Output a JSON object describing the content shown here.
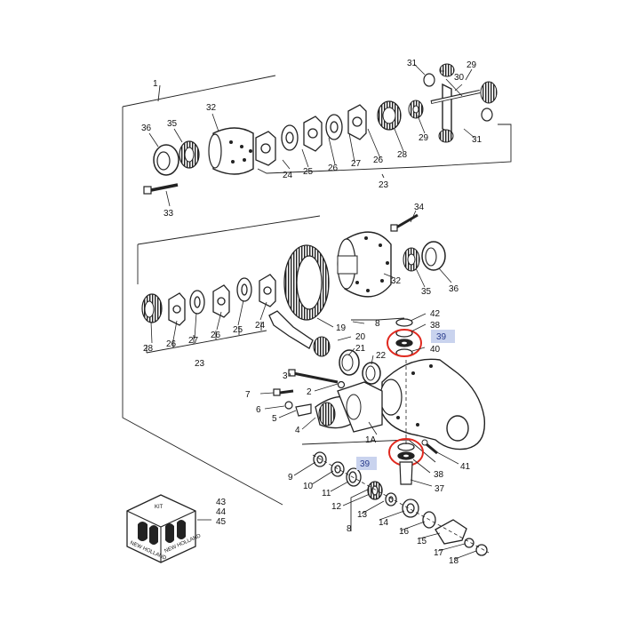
{
  "diagram": {
    "assembly_label": "1",
    "kit_label": "KIT",
    "kit_brand": "NEW HOLLAND",
    "kit_numbers": [
      "43",
      "44",
      "45"
    ],
    "highlight_color": "#c9d3ee",
    "circle_color": "#e0281e",
    "upper_row": {
      "labels": {
        "p36": "36",
        "p35": "35",
        "p32": "32",
        "p33": "33",
        "p24": "24",
        "p25": "25",
        "p26a": "26",
        "p27": "27",
        "p26b": "26",
        "p28": "28",
        "p23": "23",
        "p29a": "29",
        "p31a": "31",
        "p30": "30",
        "p29b": "29",
        "p31b": "31"
      }
    },
    "middle_row": {
      "labels": {
        "p34": "34",
        "p32": "32",
        "p35": "35",
        "p36": "36",
        "p28": "28",
        "p26a": "26",
        "p27": "27",
        "p26b": "26",
        "p25": "25",
        "p24": "24",
        "p23": "23",
        "p19": "19",
        "p8": "8",
        "p20": "20",
        "p21": "21",
        "p22": "22",
        "p42": "42",
        "p38a": "38",
        "p40": "40"
      },
      "highlight_39a": "39"
    },
    "lower_area": {
      "labels": {
        "p3": "3",
        "p2": "2",
        "p7": "7",
        "p6": "6",
        "p5": "5",
        "p4": "4",
        "p1A": "1A",
        "p41": "41",
        "p38b": "38",
        "p37": "37",
        "p9": "9",
        "p10": "10",
        "p11": "11",
        "p12": "12",
        "p13": "13",
        "p14": "14",
        "p8": "8",
        "p16": "16",
        "p15": "15",
        "p17": "17",
        "p18": "18"
      },
      "highlight_39b": "39"
    }
  }
}
